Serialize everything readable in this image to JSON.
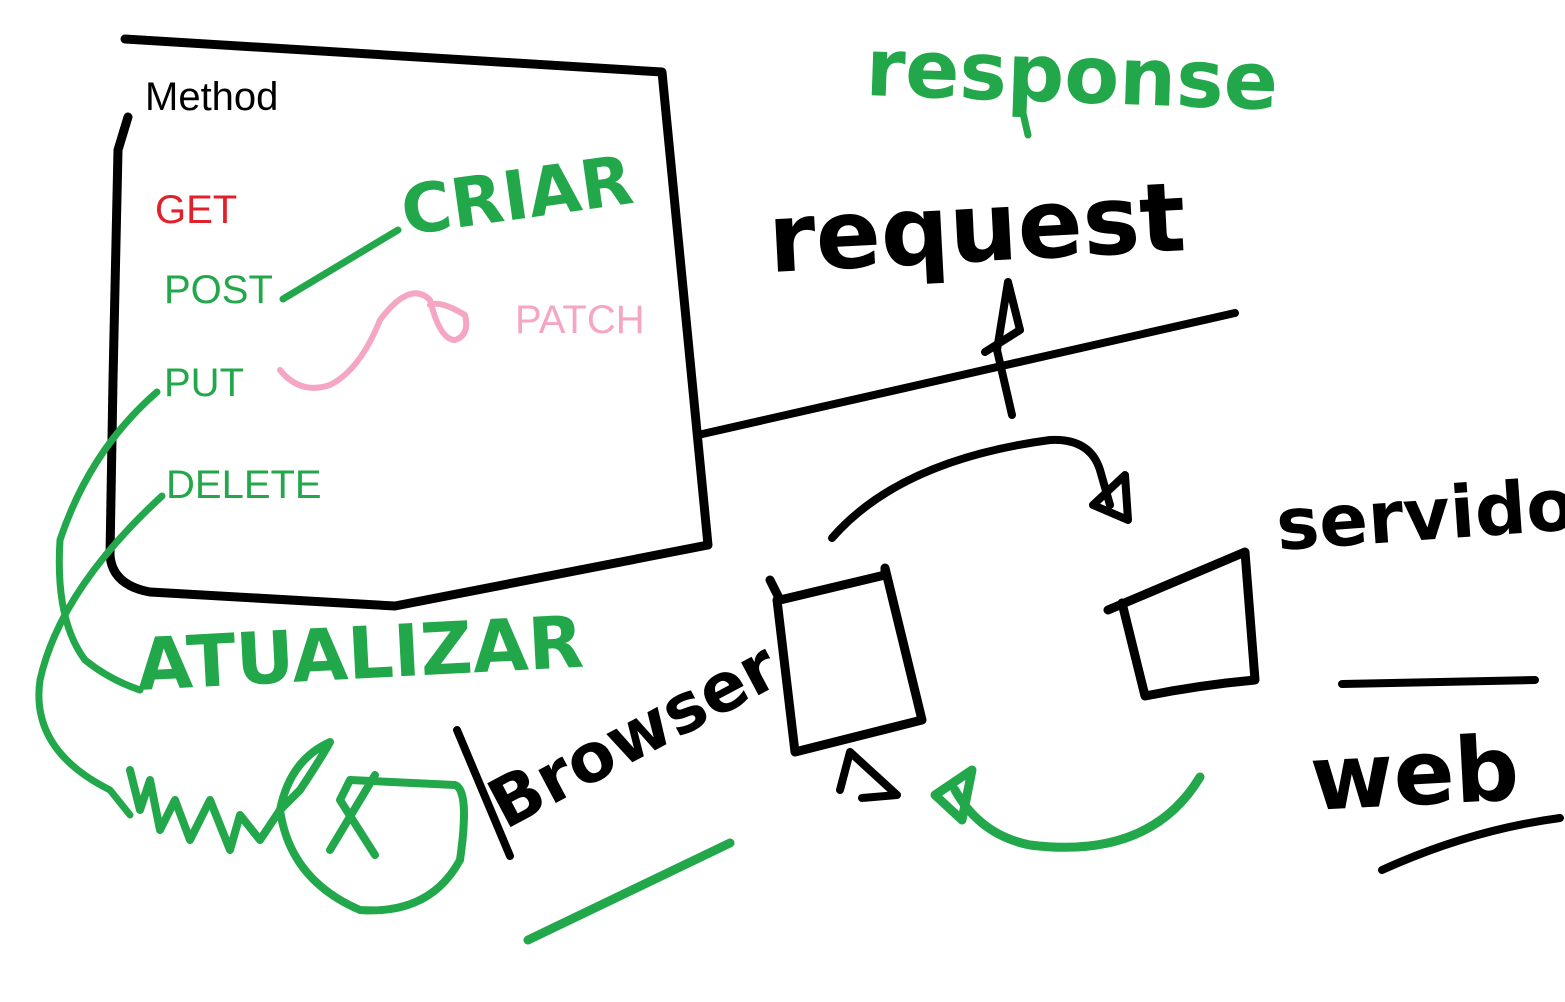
{
  "colors": {
    "ink_black": "#000000",
    "ink_green": "#22a84a",
    "ink_red": "#e0202a",
    "ink_pink": "#f4a6c4",
    "background": "#ffffff"
  },
  "method_box": {
    "title": "Method",
    "items": [
      {
        "label": "GET",
        "color": "#e0202a"
      },
      {
        "label": "POST",
        "color": "#22a84a"
      },
      {
        "label": "PUT",
        "color": "#22a84a"
      },
      {
        "label": "DELETE",
        "color": "#22a84a"
      }
    ],
    "extra": {
      "label": "PATCH",
      "color": "#f4a6c4"
    }
  },
  "handwritten": {
    "criar": "CRIAR",
    "atualizar": "ATUALIZAR",
    "scribble": "",
    "request": "request",
    "response": "response",
    "browser": "Browser",
    "servidor": "servidor",
    "web": "web"
  }
}
